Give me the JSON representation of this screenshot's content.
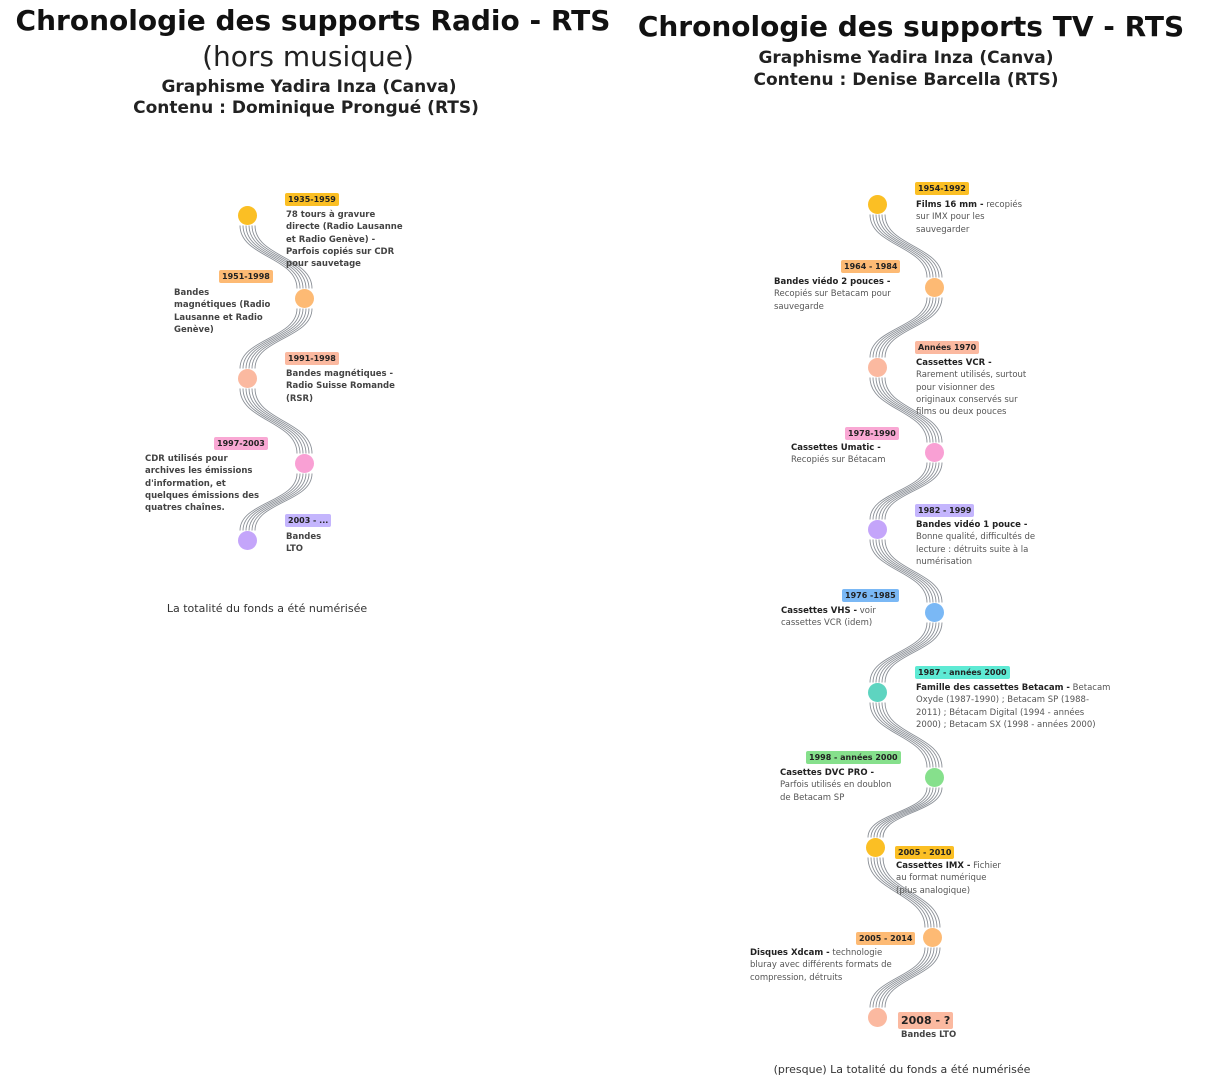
{
  "radio": {
    "title": "Chronologie des supports Radio - RTS",
    "subtitle": "(hors musique)",
    "credit_design": "Graphisme Yadira Inza (Canva)",
    "credit_content": "Contenu : Dominique Prongué (RTS)",
    "footer": "La totalité du fonds a été numérisée",
    "items": [
      {
        "date": "1935-1959",
        "color": "#fbbf24",
        "text": "78 tours à gravure directe (Radio Lausanne et Radio Genève) - Parfois copiés sur CDR pour sauvetage"
      },
      {
        "date": "1951-1998",
        "color": "#fdba74",
        "text": "Bandes magnétiques (Radio Lausanne et Radio Genève)"
      },
      {
        "date": "1991-1998",
        "color": "#fca5a5",
        "text": "Bandes magnétiques - Radio Suisse Romande (RSR)"
      },
      {
        "date": "1997-2003",
        "color": "#f9a8d4",
        "text": "CDR utilisés pour archives les émissions d'information, et quelques émissions des quatres chaînes."
      },
      {
        "date": "2003 - ...",
        "color": "#c4b5fd",
        "text": "Bandes LTO"
      }
    ]
  },
  "tv": {
    "title": "Chronologie des supports TV - RTS",
    "credit_design": "Graphisme Yadira Inza (Canva)",
    "credit_content": "Contenu : Denise Barcella (RTS)",
    "footer": "(presque) La totalité du fonds a été numérisée",
    "items": [
      {
        "date": "1954-1992",
        "color": "#fbbf24",
        "name": "Films 16 mm -",
        "text": "recopiés sur IMX pour les sauvegarder"
      },
      {
        "date": "1964 - 1984",
        "color": "#fdba74",
        "name": "Bandes viédo 2 pouces -",
        "text": "Recopiés sur Betacam pour sauvegarde"
      },
      {
        "date": "Années 1970",
        "color": "#fca5a5",
        "name": "Cassettes VCR -",
        "text": "Rarement utilisés, surtout pour visionner des originaux conservés sur films ou deux pouces"
      },
      {
        "date": "1978-1990",
        "color": "#f9a8d4",
        "name": "Cassettes Umatic -",
        "text": "Recopiés sur Bétacam"
      },
      {
        "date": "1982 - 1999",
        "color": "#c4b5fd",
        "name": "Bandes vidéo 1 pouce -",
        "text": "Bonne qualité, difficultés de lecture : détruits suite à la numérisation"
      },
      {
        "date": "1976 -1985",
        "color": "#7ab8f5",
        "name": "Cassettes VHS -",
        "text": "voir cassettes VCR (idem)"
      },
      {
        "date": "1987 - années 2000",
        "color": "#5eead4",
        "name": "Famille des cassettes Betacam -",
        "text": "Betacam Oxyde (1987-1990) ; Betacam SP (1988-2011) ; Bétacam Digital (1994 - années 2000) ; Betacam SX (1998 - années 2000)"
      },
      {
        "date": "1998 - années 2000",
        "color": "#86efac",
        "name": "Casettes DVC PRO -",
        "text": "Parfois utilisés en doublon de Betacam SP"
      },
      {
        "date": "2005 - 2010",
        "color": "#fbbf24",
        "name": "Cassettes IMX -",
        "text": "Fichier au format numérique (plus analogique)"
      },
      {
        "date": "2005 - 2014",
        "color": "#fdba74",
        "name": "Disques Xdcam -",
        "text": "technologie bluray avec différents formats de compression, détruits"
      },
      {
        "date": "2008 - ?",
        "color": "#fca5a5",
        "name": "",
        "text": "Bandes LTO"
      }
    ]
  }
}
